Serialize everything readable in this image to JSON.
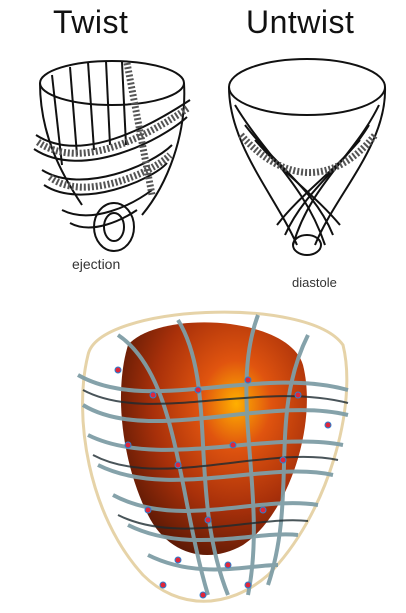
{
  "labels": {
    "twist": "Twist",
    "untwist": "Untwist",
    "ejection": "ejection",
    "diastole": "diastole"
  },
  "colors": {
    "myocardium": "#b83a0a",
    "fibers": "#7f9ea6",
    "outline": "#e6d3a8",
    "arrow": "#e0263a"
  }
}
